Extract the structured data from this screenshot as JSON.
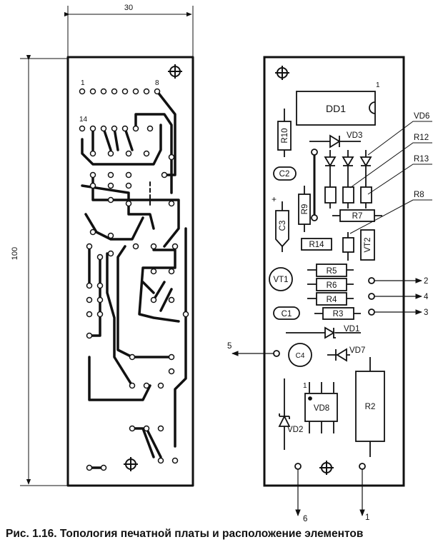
{
  "dimensions": {
    "width_label": "30",
    "height_label": "100"
  },
  "left_board": {
    "pin_first": "1",
    "pin_eighth": "8",
    "pin_fourteenth": "14"
  },
  "right_board": {
    "components": {
      "DD1": "DD1",
      "DD1_pin": "1",
      "R10": "R10",
      "VD3": "VD3",
      "VD6": "VD6",
      "R12": "R12",
      "R13": "R13",
      "R8": "R8",
      "C2": "C2",
      "R9": "R9",
      "C3": "C3",
      "C3_polarity": "+",
      "R7": "R7",
      "R14": "R14",
      "VT2": "VT2",
      "VT1": "VT1",
      "R5": "R5",
      "R6": "R6",
      "R4": "R4",
      "R3": "R3",
      "C1": "C1",
      "VD1": "VD1",
      "C4": "C4",
      "VD7": "VD7",
      "VD2": "VD2",
      "VD8": "VD8",
      "VD8_pin": "1",
      "R2": "R2"
    },
    "terminals": {
      "t2": "2",
      "t4": "4",
      "t3": "3",
      "t5": "5",
      "t6": "6",
      "t1": "1"
    }
  },
  "caption": "Рис. 1.16. Топология печатной платы и расположение элементов"
}
